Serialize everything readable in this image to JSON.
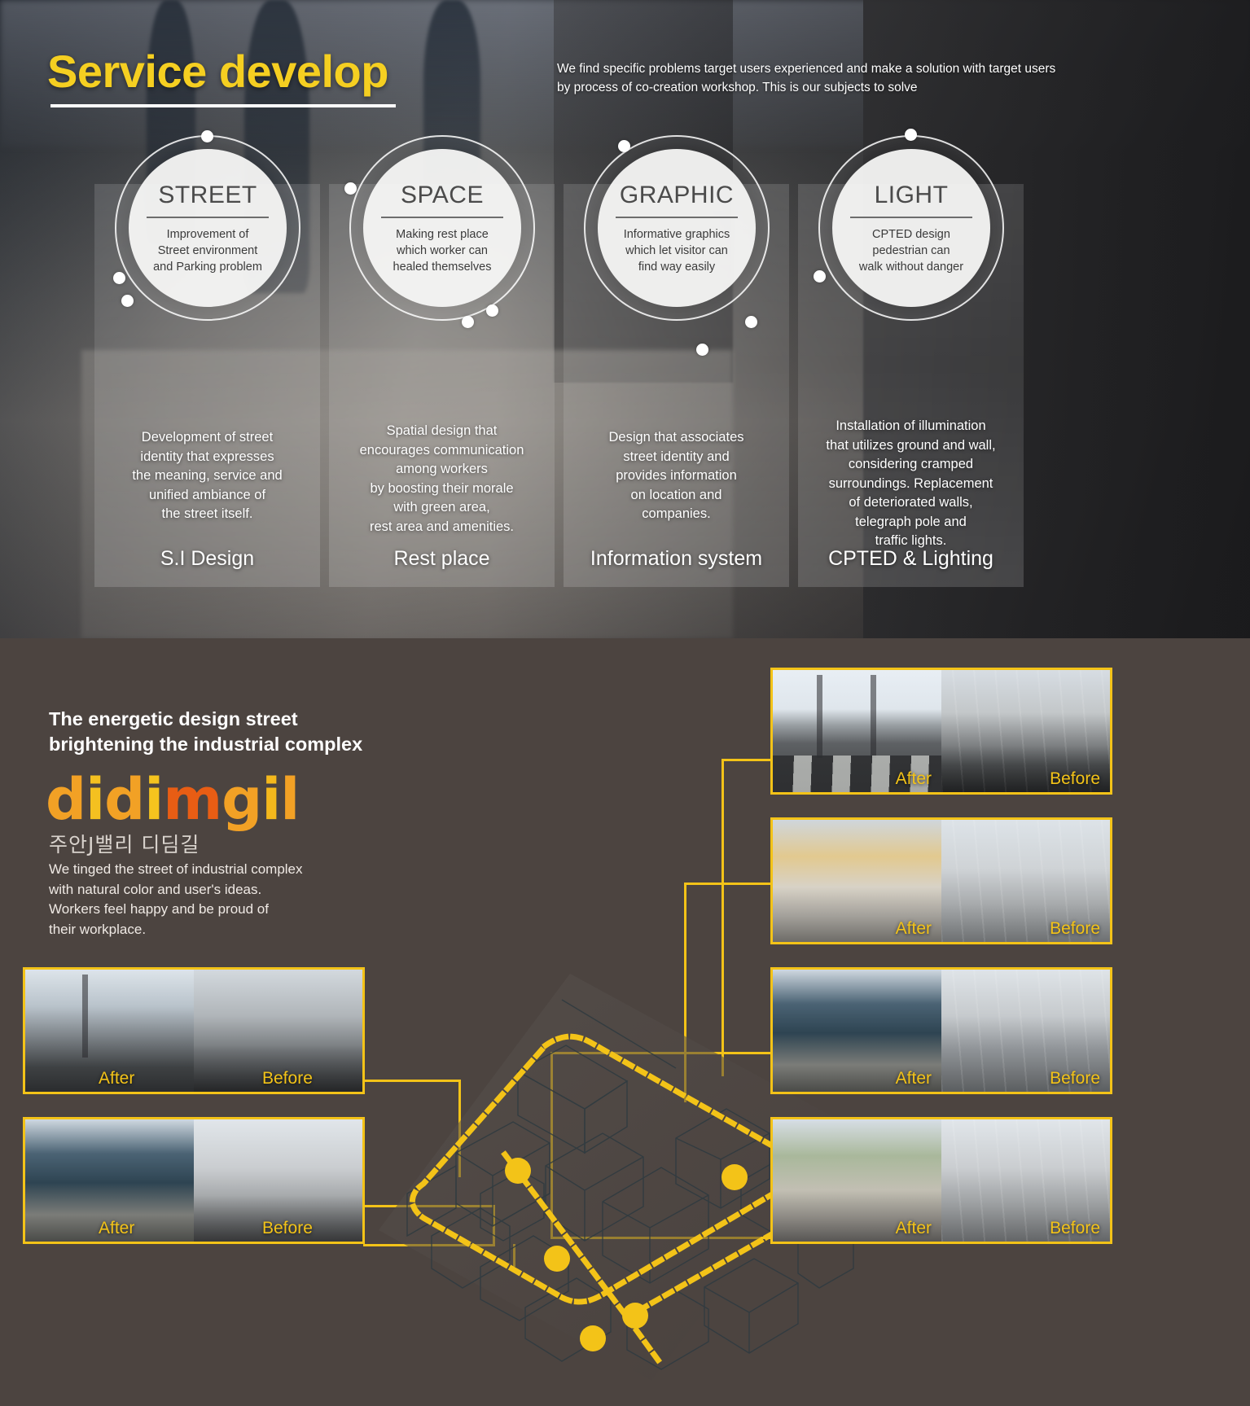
{
  "top": {
    "title": "Service develop",
    "description": "We find specific problems target users experienced and make a solution with target users by process of co-creation workshop. This is our subjects to solve",
    "cards": [
      {
        "circle_title": "STREET",
        "circle_sub": "Improvement of\nStreet environment\nand Parking problem",
        "body": "Development of street\nidentity that expresses\nthe meaning, service and\nunified ambiance of\nthe street itself.",
        "footer": "S.I Design"
      },
      {
        "circle_title": "SPACE",
        "circle_sub": "Making rest place\nwhich worker can\nhealed themselves",
        "body": "Spatial design that\nencourages communication\namong workers\nby boosting their morale\nwith green area,\nrest area and amenities.",
        "footer": "Rest place"
      },
      {
        "circle_title": "GRAPHIC",
        "circle_sub": "Informative graphics\nwhich let visitor can\nfind way easily",
        "body": "Design that associates\nstreet identity and\nprovides information\non location and\ncompanies.",
        "footer": "Information system"
      },
      {
        "circle_title": "LIGHT",
        "circle_sub": "CPTED design\npedestrian can\nwalk without danger",
        "body": "Installation of illumination\nthat utilizes ground and wall,\nconsidering cramped\nsurroundings. Replacement\nof deteriorated walls,\ntelegraph pole and\ntraffic lights.",
        "footer": "CPTED & Lighting"
      }
    ]
  },
  "bottom": {
    "headline": "The energetic design street\nbrightening the industrial complex",
    "logo": {
      "letters": [
        "d",
        "i",
        "d",
        "i",
        "m",
        "g",
        "i",
        "l"
      ],
      "korean": "주안J밸리 디딤길"
    },
    "body": "We tinged the street of industrial complex\nwith natural color and user's ideas.\nWorkers feel happy and be proud of\ntheir workplace.",
    "label_after": "After",
    "label_before": "Before",
    "photo_pairs": [
      {
        "id": "pair-top-right",
        "after": "After",
        "before": "Before"
      },
      {
        "id": "pair-wall-right",
        "after": "After",
        "before": "Before"
      },
      {
        "id": "pair-building-right",
        "after": "After",
        "before": "Before"
      },
      {
        "id": "pair-plaza-right",
        "after": "After",
        "before": "Before"
      },
      {
        "id": "pair-road-left",
        "after": "After",
        "before": "Before"
      },
      {
        "id": "pair-fence-left",
        "after": "After",
        "before": "Before"
      }
    ]
  },
  "colors": {
    "accent_yellow": "#f3c318",
    "title_yellow": "#f5cf21",
    "logo_orange": "#f2a125",
    "logo_red": "#e85d14",
    "bottom_bg": "#4c4440"
  }
}
